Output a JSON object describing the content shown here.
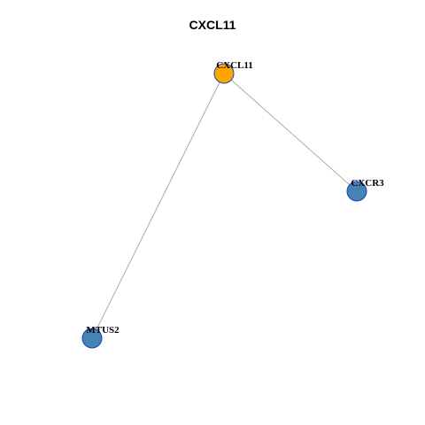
{
  "title": "CXCL11",
  "nodes": [
    {
      "id": "CXCL11",
      "label": "CXCL11",
      "color": "#FFA500",
      "stroke": "#1F3FAF"
    },
    {
      "id": "CXCR3",
      "label": "CXCR3",
      "color": "#4682B4",
      "stroke": "#1F3FAF"
    },
    {
      "id": "MTUS2",
      "label": "MTUS2",
      "color": "#4682B4",
      "stroke": "#1F3FAF"
    }
  ],
  "edges": [
    {
      "from": "CXCL11",
      "to": "CXCR3"
    },
    {
      "from": "CXCL11",
      "to": "MTUS2"
    }
  ],
  "edge_color": "#AAAAAA"
}
